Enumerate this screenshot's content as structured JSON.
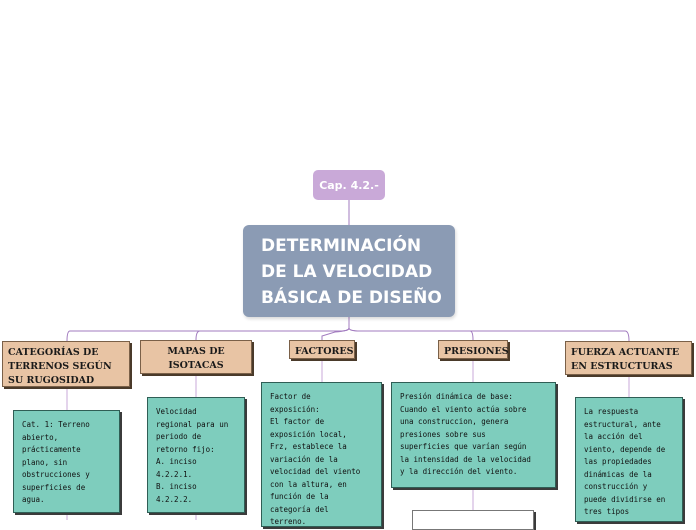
{
  "cap": "Cap. 4.2.-",
  "main": "DETERMINACIÓN\nDE LA VELOCIDAD\nBÁSICA DE DISEÑO",
  "branches": [
    {
      "title": "CATEGORÍAS DE TERRENOS SEGÚN SU RUGOSIDAD",
      "text": "Cat. 1: Terreno\nabierto,\nprácticamente\nplano, sin\nobstrucciones y\nsuperficies de\nagua."
    },
    {
      "title": "MAPAS DE ISOTACAS",
      "text": "Velocidad\nregional para un\nperiodo de\nretorno fijo:\nA. inciso\n4.2.2.1.\nB. inciso\n4.2.2.2."
    },
    {
      "title": "FACTORES",
      "text": "Factor de\nexposición:\nEl factor de\nexposición local,\nFrz, establece la\nvariación de la\nvelocidad del viento\ncon la altura, en\nfunción de la\ncategoría del\nterreno."
    },
    {
      "title": "PRESIONES",
      "text": "Presión dinámica de base:\nCuando el viento actúa sobre\nuna construccion, genera\npresiones sobre sus\nsuperficies que varían según\nla intensidad de la velocidad\ny la dirección del viento."
    },
    {
      "title": "FUERZA ACTUANTE EN ESTRUCTURAS",
      "text": "La respuesta\nestructural, ante\nla acción del\nviento, depende de\nlas propiedades\ndinámicas de la\nconstrucción y\npuede dividirse en\ntres tipos"
    }
  ]
}
